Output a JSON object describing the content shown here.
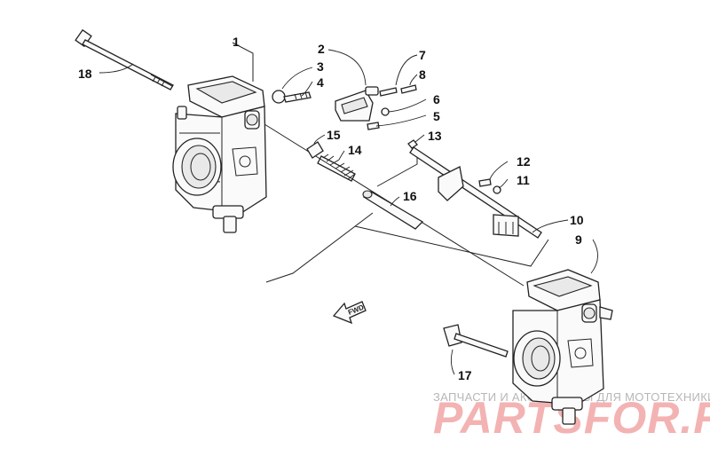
{
  "callouts": [
    {
      "n": "1"
    },
    {
      "n": "2"
    },
    {
      "n": "3"
    },
    {
      "n": "4"
    },
    {
      "n": "5"
    },
    {
      "n": "6"
    },
    {
      "n": "7"
    },
    {
      "n": "8"
    },
    {
      "n": "9"
    },
    {
      "n": "10"
    },
    {
      "n": "11"
    },
    {
      "n": "12"
    },
    {
      "n": "13"
    },
    {
      "n": "14"
    },
    {
      "n": "15"
    },
    {
      "n": "16"
    },
    {
      "n": "17"
    },
    {
      "n": "18"
    }
  ],
  "direction_arrow": {
    "label": "FWD"
  },
  "watermark": {
    "tagline": "ЗАПЧАСТИ И АКСЕССУАРЫ ДЛЯ МОТОТЕХНИКИ",
    "logo": "PARTSFOR.RU",
    "color": "#f3b3b3"
  }
}
